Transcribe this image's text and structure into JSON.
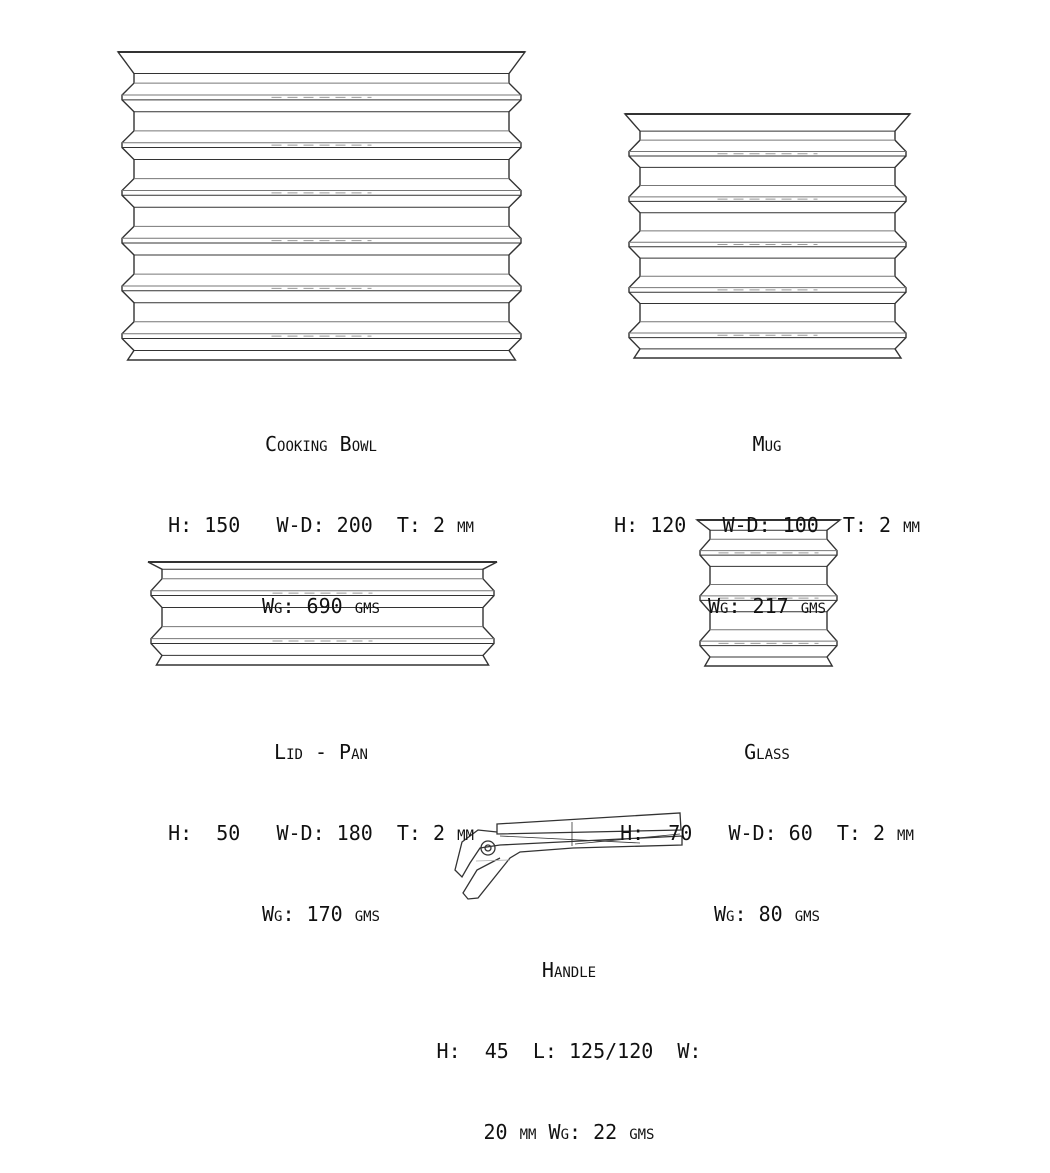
{
  "items": [
    {
      "id": "cooking-bowl",
      "name": "Cooking Bowl",
      "line1": "H: 150   W-D: 200  T: 2 mm",
      "line2": "Wg: 690 gms"
    },
    {
      "id": "mug",
      "name": "Mug",
      "line1": "H: 120   W-D: 100  T: 2 mm",
      "line2": "Wg: 217 gms"
    },
    {
      "id": "lid-pan",
      "name": "Lid - Pan",
      "line1": "H:  50   W-D: 180  T: 2 mm",
      "line2": "Wg: 170 gms"
    },
    {
      "id": "glass",
      "name": "Glass",
      "line1": "H:  70   W-D: 60  T: 2 mm",
      "line2": "Wg: 80 gms"
    },
    {
      "id": "handle",
      "name": "Handle",
      "line1": "H:  45  L: 125/120  W:",
      "line2": "20 mm Wg: 22 gms"
    }
  ],
  "colors": {
    "line": "#333333",
    "thin": "#777777"
  }
}
